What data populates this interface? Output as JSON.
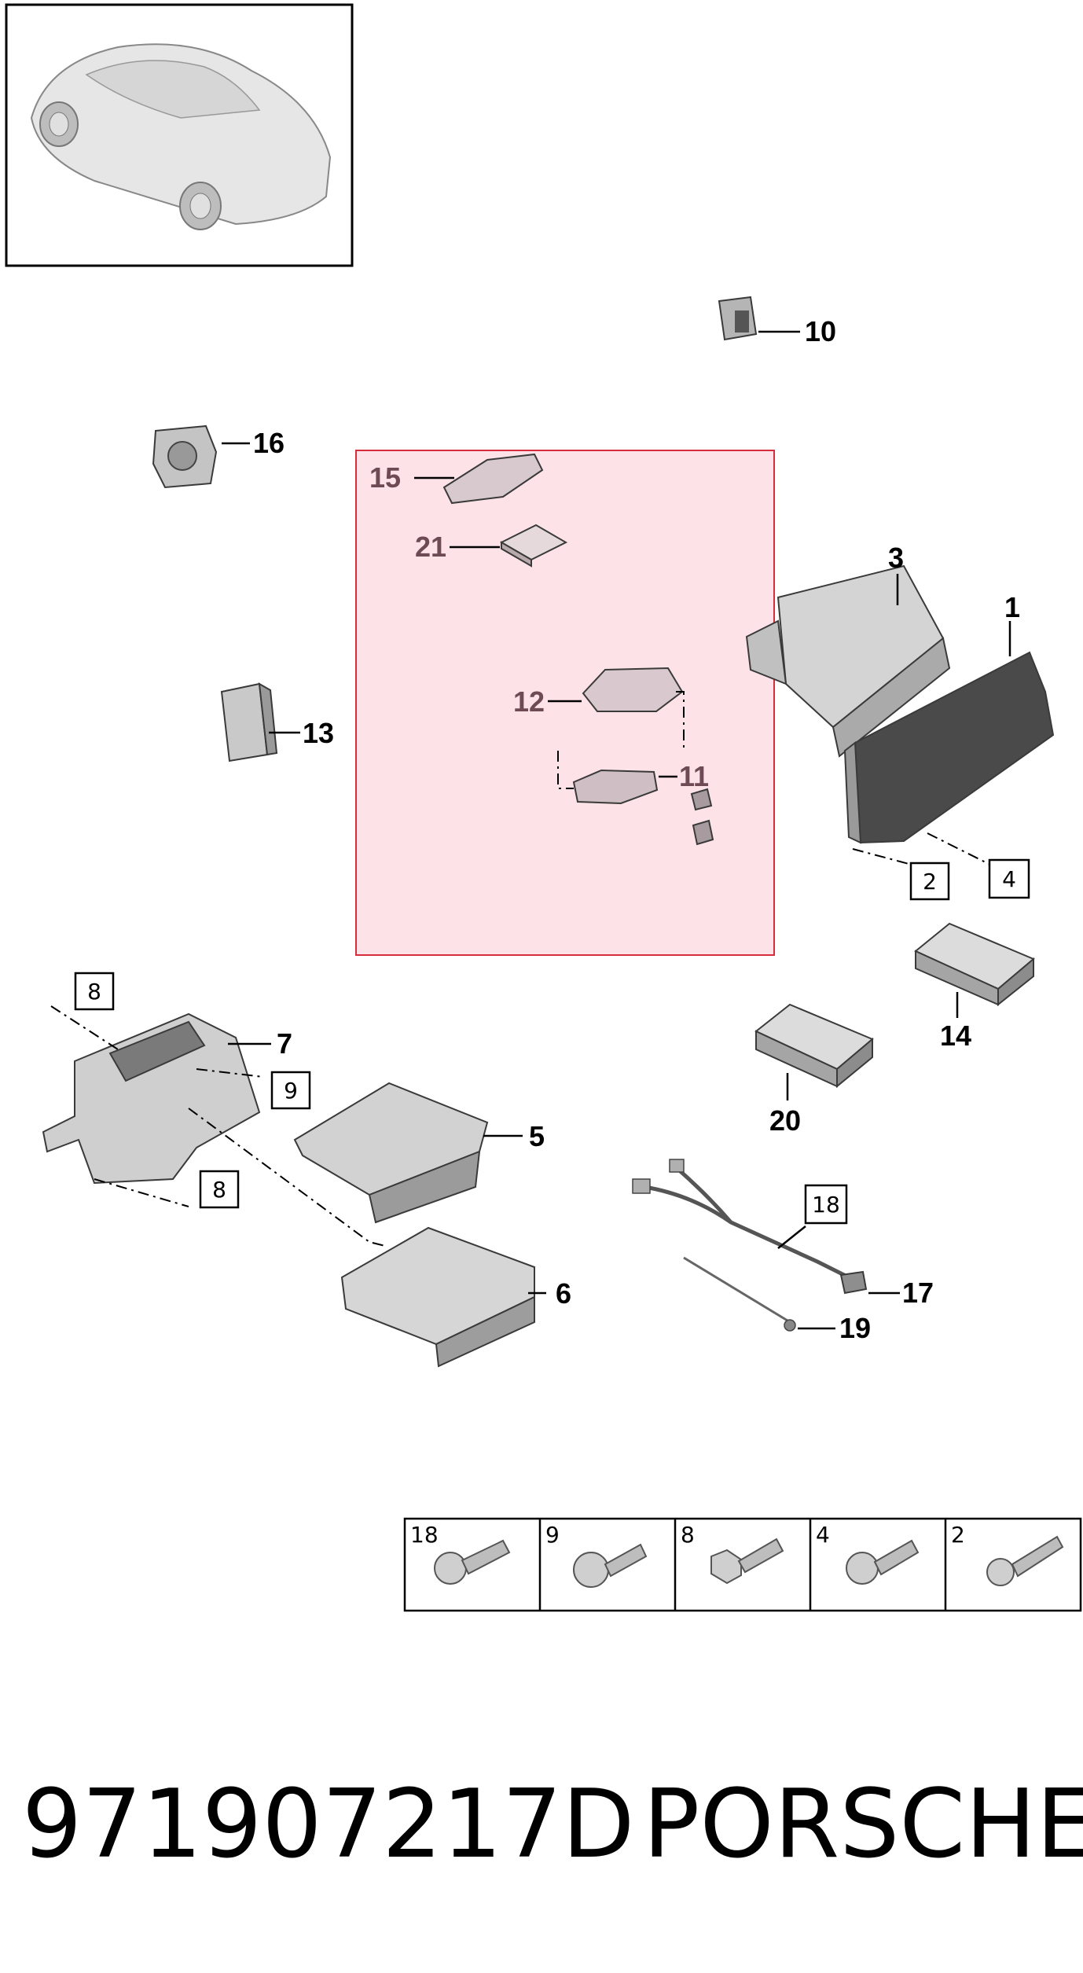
{
  "callouts": [
    {
      "id": "1",
      "label": "1",
      "highlighted": false
    },
    {
      "id": "3",
      "label": "3",
      "highlighted": false
    },
    {
      "id": "5",
      "label": "5",
      "highlighted": false
    },
    {
      "id": "6",
      "label": "6",
      "highlighted": false
    },
    {
      "id": "7",
      "label": "7",
      "highlighted": false
    },
    {
      "id": "10",
      "label": "10",
      "highlighted": false
    },
    {
      "id": "11",
      "label": "11",
      "highlighted": true
    },
    {
      "id": "12",
      "label": "12",
      "highlighted": true
    },
    {
      "id": "13",
      "label": "13",
      "highlighted": false
    },
    {
      "id": "14",
      "label": "14",
      "highlighted": false
    },
    {
      "id": "15",
      "label": "15",
      "highlighted": true
    },
    {
      "id": "16",
      "label": "16",
      "highlighted": false
    },
    {
      "id": "17",
      "label": "17",
      "highlighted": false
    },
    {
      "id": "19",
      "label": "19",
      "highlighted": false
    },
    {
      "id": "20",
      "label": "20",
      "highlighted": false
    },
    {
      "id": "21",
      "label": "21",
      "highlighted": true
    }
  ],
  "boxed_refs": [
    {
      "id": "2a",
      "label": "2"
    },
    {
      "id": "4a",
      "label": "4"
    },
    {
      "id": "8a",
      "label": "8"
    },
    {
      "id": "9a",
      "label": "9"
    },
    {
      "id": "8b",
      "label": "8"
    },
    {
      "id": "18a",
      "label": "18"
    }
  ],
  "fastener_table": [
    "18",
    "9",
    "8",
    "4",
    "2"
  ],
  "footer": {
    "part_number": "971907217D",
    "brand": "PORSCHE"
  },
  "colors": {
    "highlight_fill": "#fde3e8",
    "highlight_stroke": "#d62d3f",
    "part_gray": "#cfcfcf",
    "screen_dark": "#4a4a4a",
    "highlighted_label": "#6e4a54"
  }
}
